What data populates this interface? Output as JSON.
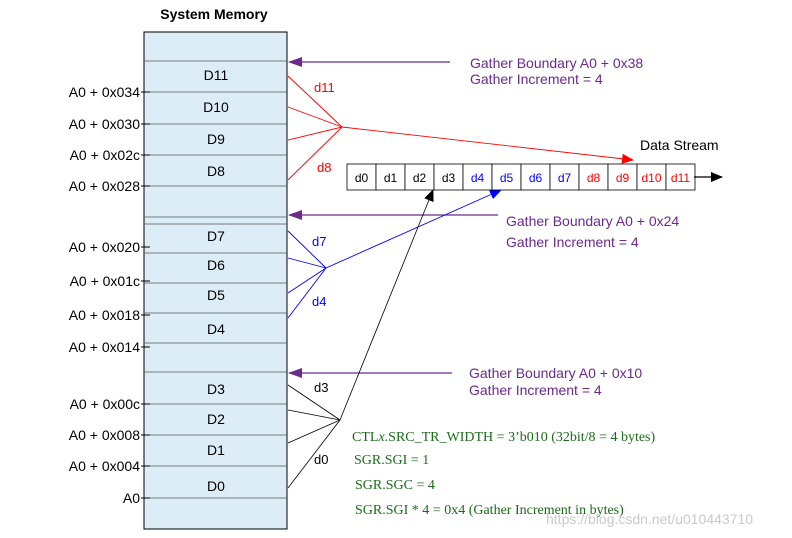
{
  "title": "System Memory",
  "memory_cells": [
    "D11",
    "D10",
    "D9",
    "D8",
    "D7",
    "D6",
    "D5",
    "D4",
    "D3",
    "D2",
    "D1",
    "D0"
  ],
  "addresses": [
    "A0 + 0x034",
    "A0 + 0x030",
    "A0 + 0x02c",
    "A0 + 0x028",
    "A0 + 0x020",
    "A0 + 0x01c",
    "A0 + 0x018",
    "A0 + 0x014",
    "A0 + 0x00c",
    "A0 + 0x008",
    "A0 + 0x004",
    "A0"
  ],
  "groups": [
    {
      "boundary": "Gather Boundary A0 + 0x38",
      "increment": "Gather Increment = 4",
      "first_label": "d11",
      "last_label": "d8"
    },
    {
      "boundary": "Gather Boundary A0 + 0x24",
      "increment": "Gather Increment = 4",
      "first_label": "d7",
      "last_label": "d4"
    },
    {
      "boundary": "Gather Boundary A0 + 0x10",
      "increment": "Gather Increment = 4",
      "first_label": "d3",
      "last_label": "d0"
    }
  ],
  "data_stream": {
    "label": "Data Stream",
    "cells": [
      "d0",
      "d1",
      "d2",
      "d3",
      "d4",
      "d5",
      "d6",
      "d7",
      "d8",
      "d9",
      "d10",
      "d11"
    ]
  },
  "notes": [
    "CTLx.SRC_TR_WIDTH = 3’b010 (32bit/8 = 4 bytes)",
    "SGR.SGI = 1",
    "SGR.SGC = 4",
    "SGR.SGI * 4 = 0x4 (Gather Increment in bytes)"
  ],
  "watermark": "https://blog.csdn.net/u010443710",
  "colors": {
    "memory_fill": "#dcedf8",
    "purple": "#6b2a8c",
    "red": "#ff0000",
    "blue": "#0000ff",
    "black": "#000000",
    "green": "#1a6b1a"
  }
}
